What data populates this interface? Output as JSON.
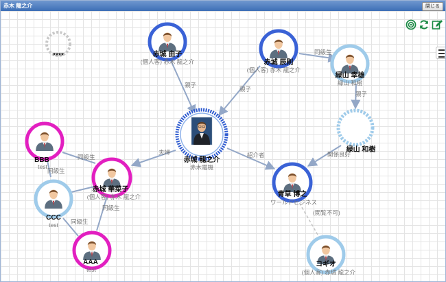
{
  "window": {
    "title": "赤木 龍之介",
    "close_label": "閉じる"
  },
  "toolbar": {
    "target_icon": "target-icon",
    "refresh_icon": "refresh-icon",
    "edit_icon": "edit-icon",
    "list_icon": "list-icon"
  },
  "colors": {
    "blue": "#3a62d6",
    "light_blue": "#9fcbea",
    "magenta": "#e21fc0",
    "edge": "#93a7c7",
    "dashed": "#c4c4c4"
  },
  "nodes": {
    "masked": {
      "name": "****"
    },
    "akagi_yuko": {
      "name": "赤城 由子",
      "sub": "(個人客) 赤木 龍之介"
    },
    "akagi_tatsunori": {
      "name": "赤城 辰則",
      "sub": "(個人客) 赤木 龍之介"
    },
    "midoriyama_kosuke": {
      "name": "緑山 幸雄",
      "sub": "緑山 和樹"
    },
    "midoriyama_kazuki": {
      "name": "緑山 和樹"
    },
    "center": {
      "name": "赤城 龍之介",
      "sub": "赤木電機"
    },
    "bbb": {
      "name": "BBB",
      "sub": "test"
    },
    "akagi_hanako": {
      "name": "赤城 華菜子",
      "sub": "(個人客) 赤木 龍之介"
    },
    "ccc": {
      "name": "CCC",
      "sub": "test"
    },
    "aaa": {
      "name": "AAA",
      "sub": "test"
    },
    "aokusa": {
      "name": "青草 博之",
      "sub": "ワールドビジネス"
    },
    "kogio": {
      "name": "コギオ",
      "sub": "(個人客) 赤城 龍之介"
    }
  },
  "edges": {
    "parent_child": "親子",
    "classmate": "同級生",
    "spouse": "夫婦",
    "introducer": "紹介者",
    "related": "関係良好",
    "no_view": "(閲覧不可)"
  }
}
